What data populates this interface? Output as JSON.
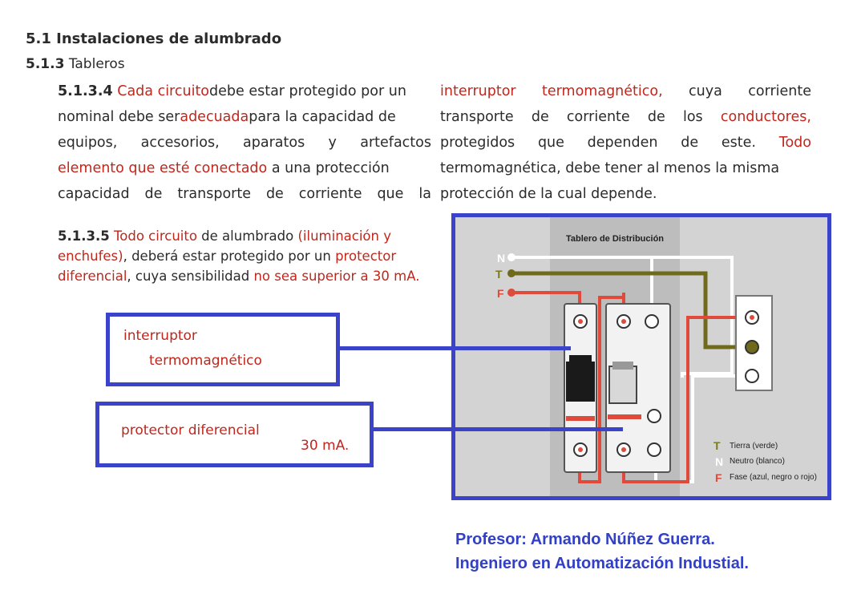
{
  "section_title": "5.1 Instalaciones de alumbrado",
  "subsection": {
    "number": "5.1.3",
    "label": "Tableros"
  },
  "clause_5134": {
    "number": "5.1.3.4",
    "left_lines": [
      [
        "Cada circuito",
        " debe estar protegido por un"
      ],
      [
        "nominal debe ser ",
        "adecuada",
        " para la capacidad de"
      ],
      [
        "equipos,",
        "accesorios,",
        "aparatos",
        "y",
        "artefactos"
      ],
      [
        "elemento que esté conectado",
        " a una protección"
      ],
      [
        "capacidad",
        "de",
        "transporte",
        "de",
        "corriente",
        "que",
        "la"
      ]
    ],
    "right_lines": [
      [
        "interruptor",
        "termomagnético,",
        "cuya",
        "corriente"
      ],
      [
        "transporte",
        "de",
        "corriente",
        "de",
        "los",
        "conductores,"
      ],
      [
        "protegidos",
        "que",
        "dependen",
        "de",
        "este.",
        "Todo"
      ],
      [
        "termomagnética, debe tener al menos la misma"
      ],
      [
        "protección de la cual depende."
      ]
    ]
  },
  "clause_5135": {
    "number": "5.1.3.5",
    "segments": [
      "Todo circuito",
      " de alumbrado ",
      "(iluminación y enchufes)",
      ", deberá estar protegido por un ",
      "protector diferencial",
      ", cuya sensibilidad ",
      "no sea superior a 30 mA."
    ]
  },
  "callout_breaker": {
    "line1": "interruptor",
    "line2": "termomagnético"
  },
  "callout_rcd": {
    "line1": "protector diferencial",
    "line2": "30 mA."
  },
  "diagram": {
    "title": "Tablero de Distribución",
    "wire_labels": {
      "n": "N",
      "t": "T",
      "f": "F"
    },
    "legend": [
      {
        "symbol": "T",
        "text": "Tierra (verde)",
        "color": "#7a7a1e"
      },
      {
        "symbol": "N",
        "text": "Neutro (blanco)",
        "color": "#ffffff"
      },
      {
        "symbol": "F",
        "text": "Fase (azul, negro o rojo)",
        "color": "#e04a3a"
      }
    ]
  },
  "footer": {
    "line1": "Profesor: Armando Núñez Guerra.",
    "line2": "Ingeniero en Automatización Industial."
  },
  "colors": {
    "accent_blue": "#3a43c9",
    "text_red": "#c0271d",
    "wire_olive": "#6f6a1c",
    "wire_red": "#e04a3a"
  }
}
